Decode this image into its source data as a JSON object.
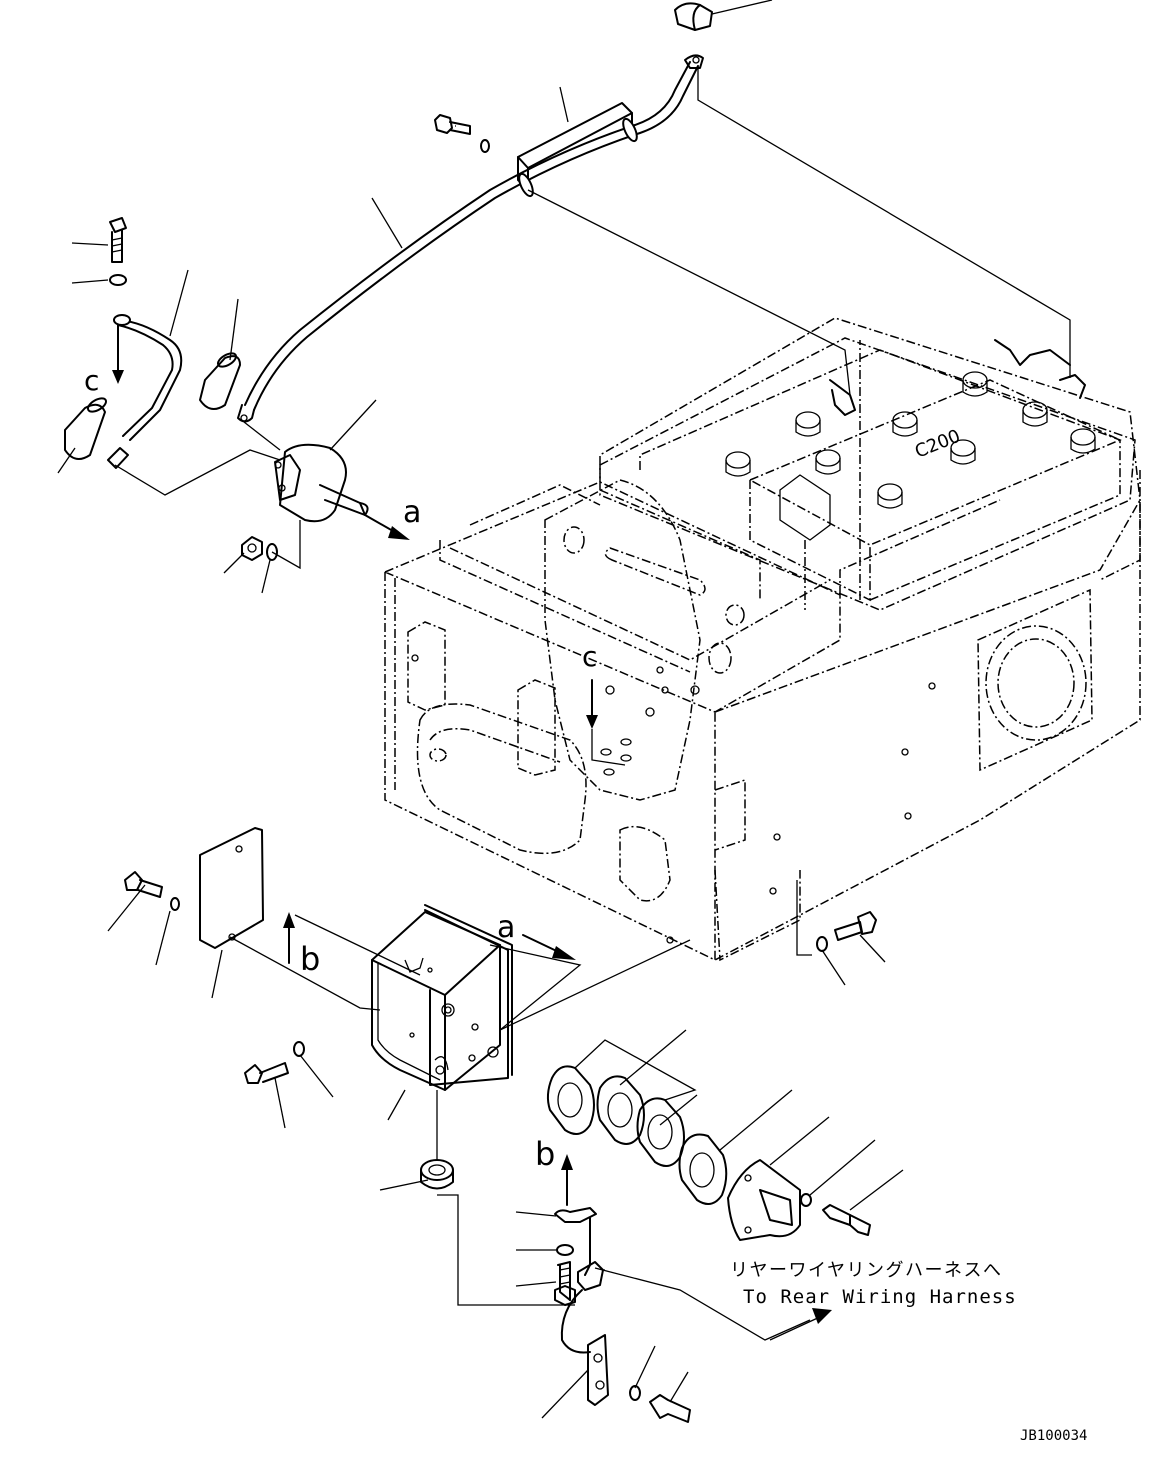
{
  "view_labels": {
    "a": "a",
    "b": "b",
    "c": "c"
  },
  "battery_marking": "C200",
  "destination_note": {
    "japanese": "リヤーワイヤリングハーネスへ",
    "english": "To Rear Wiring Harness"
  },
  "drawing_number": "JB100034"
}
